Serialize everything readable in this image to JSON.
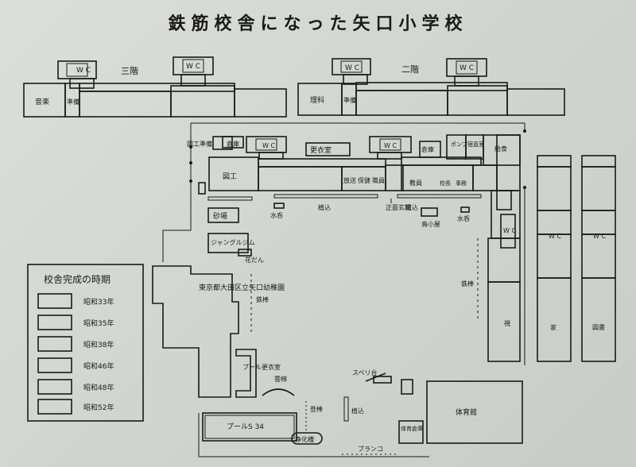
{
  "title": "鉄筋校舎になった矢口小学校",
  "floors": {
    "third": "三階",
    "second": "二階"
  },
  "labels": {
    "ongaku": "音楽",
    "junbi": "準備",
    "rika": "理科",
    "wc": "W C",
    "zukou_junbi": "図工準備",
    "souko": "倉庫",
    "koui": "更衣室",
    "pomp": "ポンプ",
    "kougai": "宿直室",
    "kyushoku": "給食",
    "zukou": "図工",
    "housou": "放送",
    "hoken": "保健",
    "shokuin": "職員",
    "kyouin": "教員",
    "kouchou": "校長",
    "jimu": "事務",
    "sunaba": "砂場",
    "suidou": "水呑",
    "uekomi": "植込",
    "seimon": "正面玄関",
    "torigoya": "鳥小屋",
    "jungle": "ジャングルジム",
    "kadan": "花だん",
    "tetsubou": "鉄棒",
    "kindergarten": "東京都大田区立矢口幼稚園",
    "pool_koui": "プール更衣室",
    "untei": "雲梯",
    "noboribou": "登棒",
    "suberidai": "スベリ台",
    "taiikukan": "体育館",
    "pool": "プールS 34",
    "joukasou": "浄化槽",
    "buranko": "ブランコ",
    "taiiku_souko": "体育倉庫",
    "shi": "視",
    "ka": "家",
    "tosho": "図書"
  },
  "legend": {
    "title": "校舎完成の時期",
    "items": [
      {
        "label": "昭和33年",
        "pattern": "vertical"
      },
      {
        "label": "昭和35年",
        "pattern": "horizontal"
      },
      {
        "label": "昭和38年",
        "pattern": "diagonal"
      },
      {
        "label": "昭和46年",
        "pattern": "diagonal-dense"
      },
      {
        "label": "昭和48年",
        "pattern": "dotted"
      },
      {
        "label": "昭和52年",
        "pattern": "crosshatch"
      }
    ]
  }
}
